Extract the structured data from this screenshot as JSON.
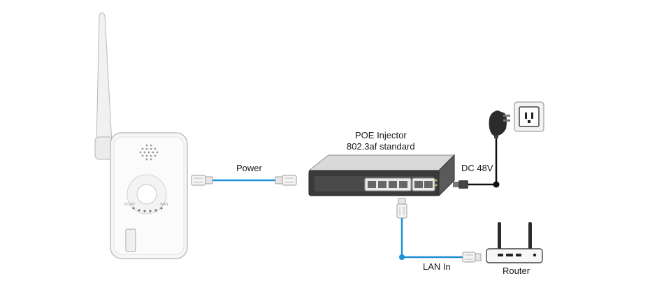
{
  "labels": {
    "poe_title": "POE Injector",
    "poe_standard": "802.3af standard",
    "power": "Power",
    "dc": "DC 48V",
    "lan_in": "LAN In",
    "router": "Router"
  },
  "device_marks": {
    "port_left": "PC/AP",
    "port_right": "WAN"
  },
  "colors": {
    "cable": "#1f8fd6",
    "black_cable": "#111111",
    "device_body": "#f4f4f4",
    "outline": "#9a9a9a",
    "injector_top": "#d7d7d7",
    "injector_front": "#3a3a3a"
  }
}
